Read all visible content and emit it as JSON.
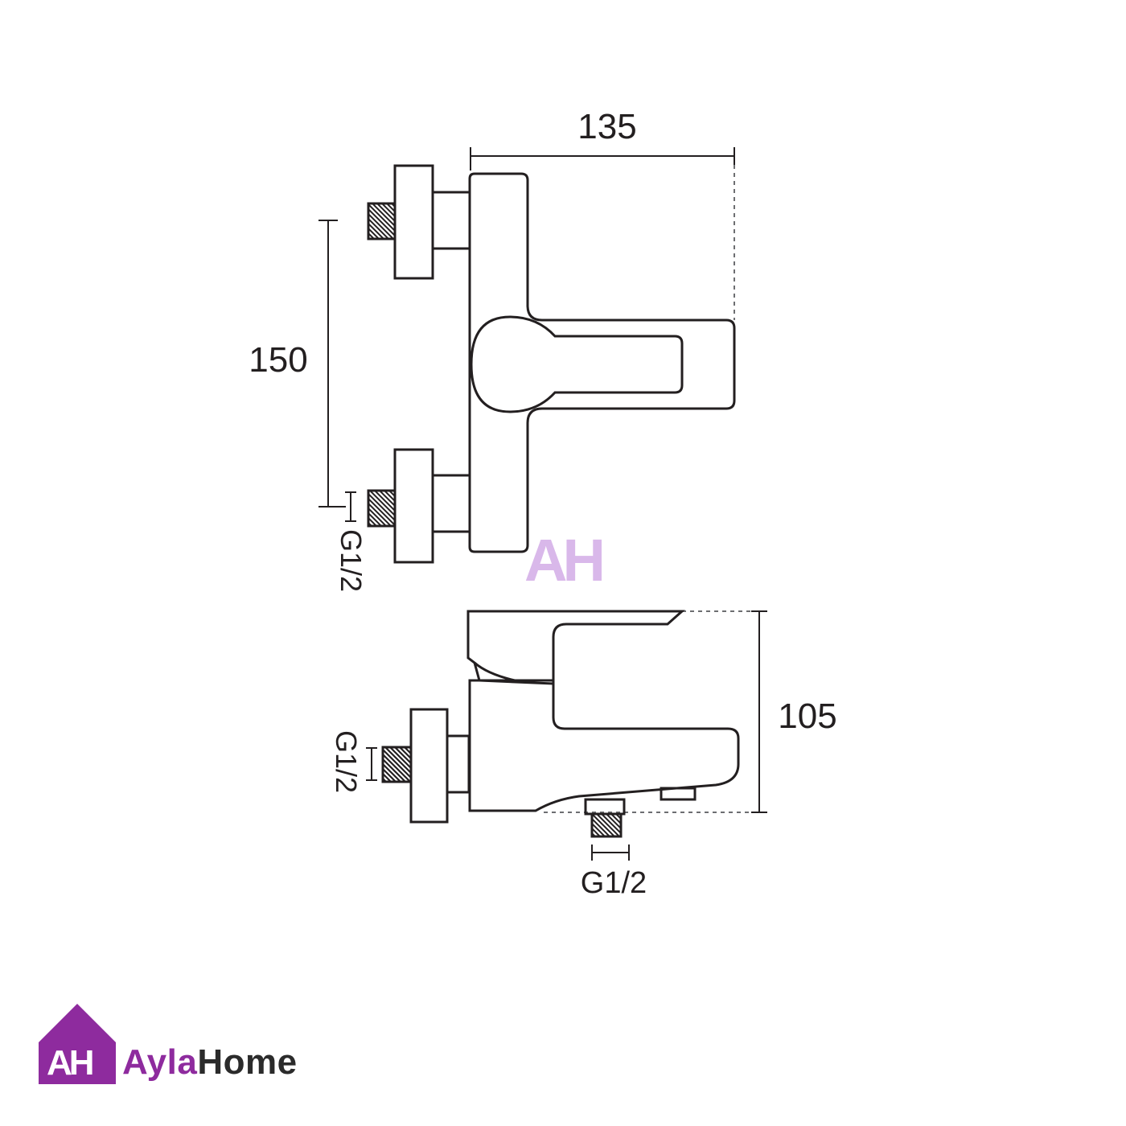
{
  "dimensions": {
    "width": "135",
    "height": "150",
    "depth": "105",
    "inlet_thread_top_view": "G1/2",
    "inlet_thread_side_view": "G1/2",
    "outlet_thread": "G1/2"
  },
  "watermark": {
    "text": "AH",
    "color": "#d9b8ea"
  },
  "brand": {
    "logo_text": "AH",
    "name_part1": "Ayla",
    "name_part2": "Home",
    "color_primary": "#8e2b9e",
    "color_secondary": "#2b2b2b"
  },
  "colors": {
    "line": "#231f20",
    "thread_fill": "#6d6e71",
    "dashed": "#6d6e71"
  }
}
